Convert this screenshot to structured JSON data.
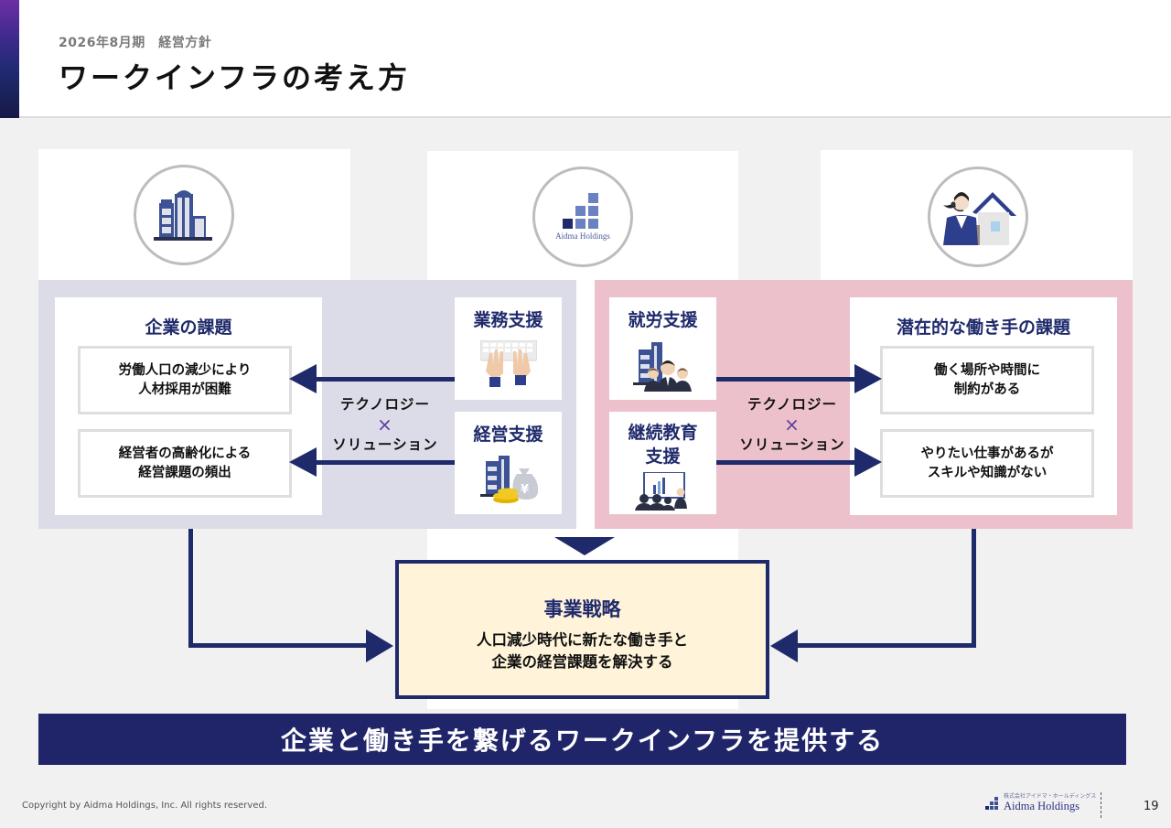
{
  "header": {
    "subtitle": "2026年8月期　経営方針",
    "title": "ワークインフラの考え方"
  },
  "icons": {
    "left": "office-building-icon",
    "center": "aidma-holdings-logo",
    "center_logo_text": "Aidma Holdings",
    "right": "worker-headset-house-icon"
  },
  "left_panel": {
    "issue_title": "企業の課題",
    "issues": [
      "労働人口の減少により\n人材採用が困難",
      "経営者の高齢化による\n経営課題の頻出"
    ],
    "supports": [
      {
        "label": "業務支援",
        "icon": "keyboard-hands-icon"
      },
      {
        "label": "経営支援",
        "icon": "building-money-icon"
      }
    ],
    "tech_line1": "テクノロジー",
    "tech_x": "×",
    "tech_line2": "ソリューション"
  },
  "right_panel": {
    "issue_title": "潜在的な働き手の課題",
    "issues": [
      "働く場所や時間に\n制約がある",
      "やりたい仕事があるが\nスキルや知識がない"
    ],
    "supports": [
      {
        "label": "就労支援",
        "icon": "building-people-icon"
      },
      {
        "label": "継続教育\n支援",
        "icon": "presentation-audience-icon"
      }
    ],
    "tech_line1": "テクノロジー",
    "tech_x": "×",
    "tech_line2": "ソリューション"
  },
  "strategy": {
    "title": "事業戦略",
    "text": "人口減少時代に新たな働き手と\n企業の経営課題を解決する"
  },
  "banner": {
    "text": "企業と働き手を繋げるワークインフラを提供する"
  },
  "footer": {
    "copyright": "Copyright by Aidma Holdings, Inc. All rights reserved.",
    "logo_small": "株式会社アイドマ・ホールディングス",
    "logo_name": "Aidma Holdings",
    "page_number": "19"
  },
  "colors": {
    "navy": "#1f2a6b",
    "banner": "#1f2568",
    "left_panel": "#dcdce8",
    "right_panel": "#ecc1cb",
    "strategy_bg": "#fff3d9",
    "accent_purple": "#6b2fa6"
  }
}
